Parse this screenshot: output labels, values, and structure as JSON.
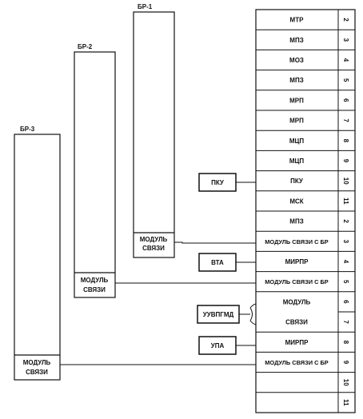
{
  "racks": [
    {
      "title": "БР-1",
      "module_line1": "МОДУЛЬ",
      "module_line2": "СВЯЗИ"
    },
    {
      "title": "БР-2",
      "module_line1": "МОДУЛЬ",
      "module_line2": "СВЯЗИ"
    },
    {
      "title": "БР-3",
      "module_line1": "МОДУЛЬ",
      "module_line2": "СВЯЗИ"
    }
  ],
  "external_blocks": [
    "ПКУ",
    "ВТА",
    "УУВПГМД",
    "УПА"
  ],
  "slots": [
    {
      "label": "МТР",
      "number": "2"
    },
    {
      "label": "МПЗ",
      "number": "3"
    },
    {
      "label": "МОЗ",
      "number": "4"
    },
    {
      "label": "МПЗ",
      "number": "5"
    },
    {
      "label": "МРП",
      "number": "6"
    },
    {
      "label": "МРП",
      "number": "7"
    },
    {
      "label": "МЦП",
      "number": "8"
    },
    {
      "label": "МЦП",
      "number": "9"
    },
    {
      "label": "ПКУ",
      "number": "10"
    },
    {
      "label": "МСК",
      "number": "11"
    },
    {
      "label": "МПЗ",
      "number": "2"
    },
    {
      "label": "МОДУЛЬ СВЯЗИ С БР",
      "number": "3"
    },
    {
      "label": "МИРПР",
      "number": "4"
    },
    {
      "label": "МОДУЛЬ СВЯЗИ С БР",
      "number": "5"
    },
    {
      "label": "МОДУЛЬ",
      "number": "6"
    },
    {
      "label": "СВЯЗИ",
      "number": "7"
    },
    {
      "label": "МИРПР",
      "number": "8"
    },
    {
      "label": "МОДУЛЬ СВЯЗИ С БР",
      "number": "9"
    },
    {
      "label": "",
      "number": "10"
    },
    {
      "label": "",
      "number": "11"
    }
  ]
}
